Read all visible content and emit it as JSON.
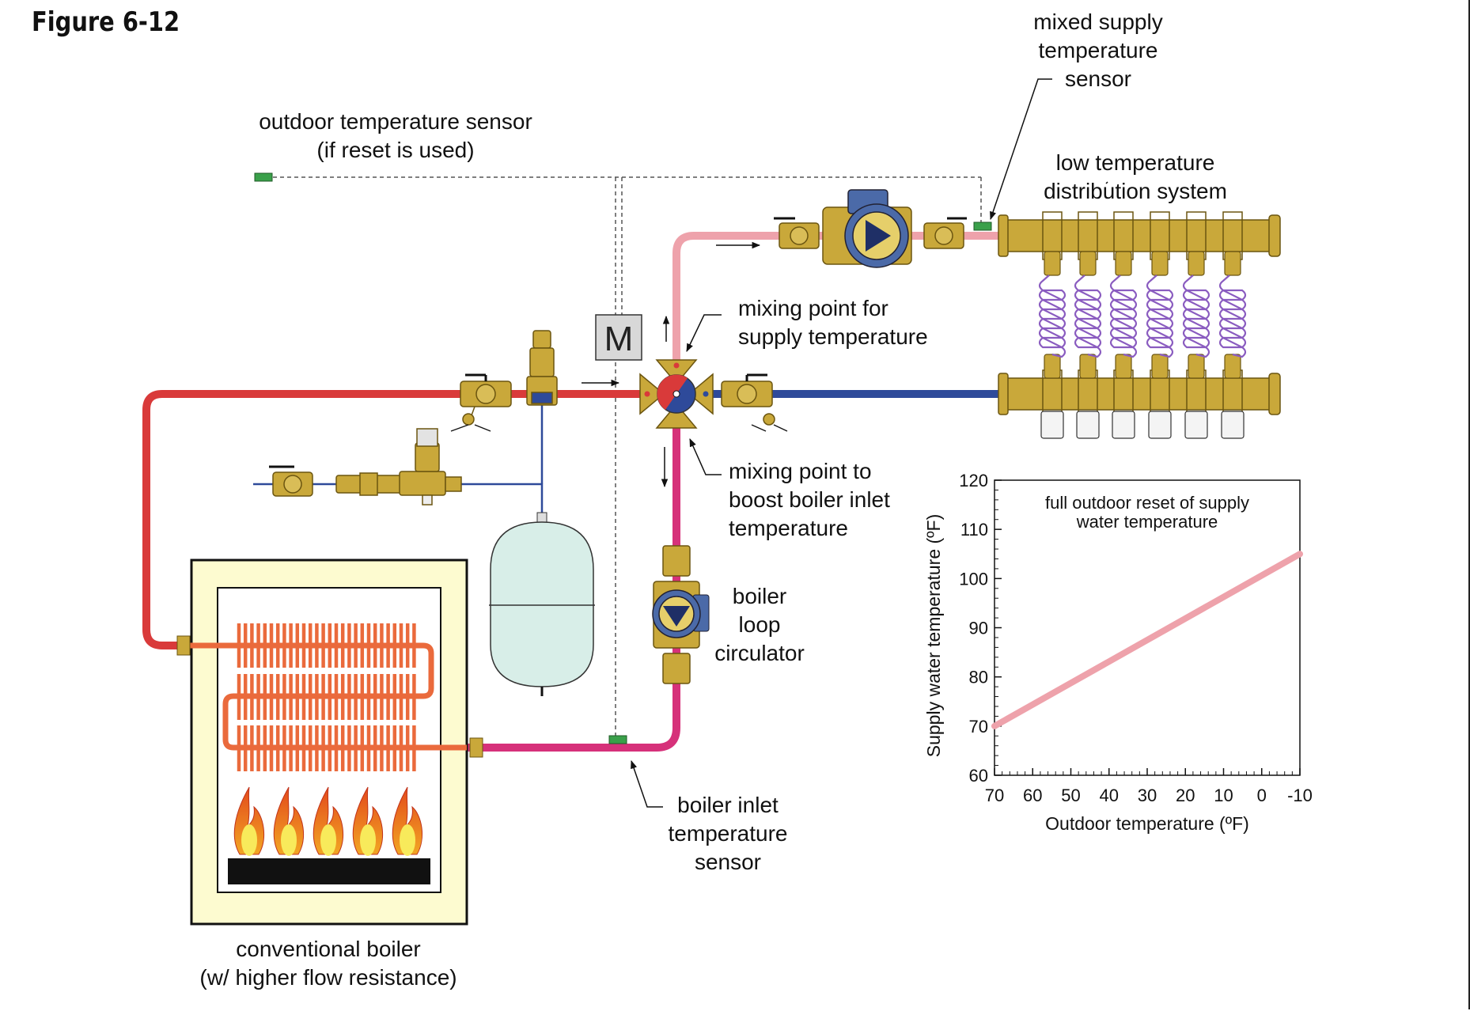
{
  "figure_label": "Figure 6-12",
  "labels": {
    "mixed_supply_sensor": [
      "mixed supply",
      "temperature",
      "sensor"
    ],
    "outdoor_sensor": [
      "outdoor temperature sensor",
      "(if reset is used)"
    ],
    "low_temp_distribution": [
      "low temperature",
      "distribution system"
    ],
    "mixing_point_supply": [
      "mixing point for",
      "supply temperature"
    ],
    "mixing_point_boost": [
      "mixing point to",
      "boost boiler inlet",
      "temperature"
    ],
    "boiler_loop_circulator": [
      "boiler",
      "loop",
      "circulator"
    ],
    "boiler_inlet_sensor": [
      "boiler inlet",
      "temperature",
      "sensor"
    ],
    "conventional_boiler": [
      "conventional boiler",
      "(w/ higher flow resistance)"
    ],
    "motor_letter": "M"
  },
  "colors": {
    "hot_supply": "#d93a3a",
    "mixed_supply": "#eea2ab",
    "return": "#2e4a9a",
    "boiler_inlet": "#d6317a",
    "brass": "#c9a83a",
    "tank": "#d8eee8",
    "boiler_fill": "#fdfbd0",
    "sensor": "#3aa04a",
    "fin": "#ea6a3c"
  },
  "chart_data": {
    "type": "line",
    "title": "full outdoor reset of supply water temperature",
    "title_lines": [
      "full outdoor reset of supply",
      "water temperature"
    ],
    "xlabel": "Outdoor temperature (ºF)",
    "ylabel": "Supply water temperature (ºF)",
    "x_ticks": [
      70,
      60,
      50,
      40,
      30,
      20,
      10,
      0,
      -10
    ],
    "x_tick_labels": [
      "70",
      "60",
      "50",
      "40",
      "30",
      "20",
      "10",
      "0",
      "-10"
    ],
    "y_ticks": [
      60,
      70,
      80,
      90,
      100,
      110,
      120
    ],
    "y_tick_labels": [
      "60",
      "70",
      "80",
      "90",
      "100",
      "110",
      "120"
    ],
    "xlim": [
      70,
      -10
    ],
    "ylim": [
      60,
      120
    ],
    "x_reversed": true,
    "grid": false,
    "series": [
      {
        "color": "#eea2ab",
        "x": [
          70,
          -10
        ],
        "y": [
          70,
          105
        ]
      }
    ]
  }
}
